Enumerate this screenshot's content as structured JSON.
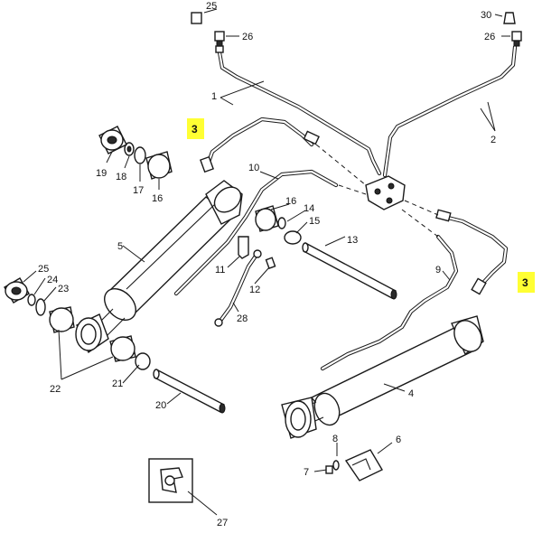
{
  "highlight_color": "#ffff33",
  "callouts": {
    "c1": "1",
    "c2": "2",
    "c3a": "3",
    "c3b": "3",
    "c4": "4",
    "c5": "5",
    "c6": "6",
    "c7": "7",
    "c8": "8",
    "c9": "9",
    "c10": "10",
    "c11": "11",
    "c12": "12",
    "c13": "13",
    "c14": "14",
    "c15": "15",
    "c16a": "16",
    "c16b": "16",
    "c17": "17",
    "c18": "18",
    "c19": "19",
    "c20": "20",
    "c21": "21",
    "c22": "22",
    "c23": "23",
    "c24": "24",
    "c25": "25",
    "c26a": "26",
    "c26b": "26",
    "c27": "27",
    "c28": "28",
    "c30": "30"
  }
}
